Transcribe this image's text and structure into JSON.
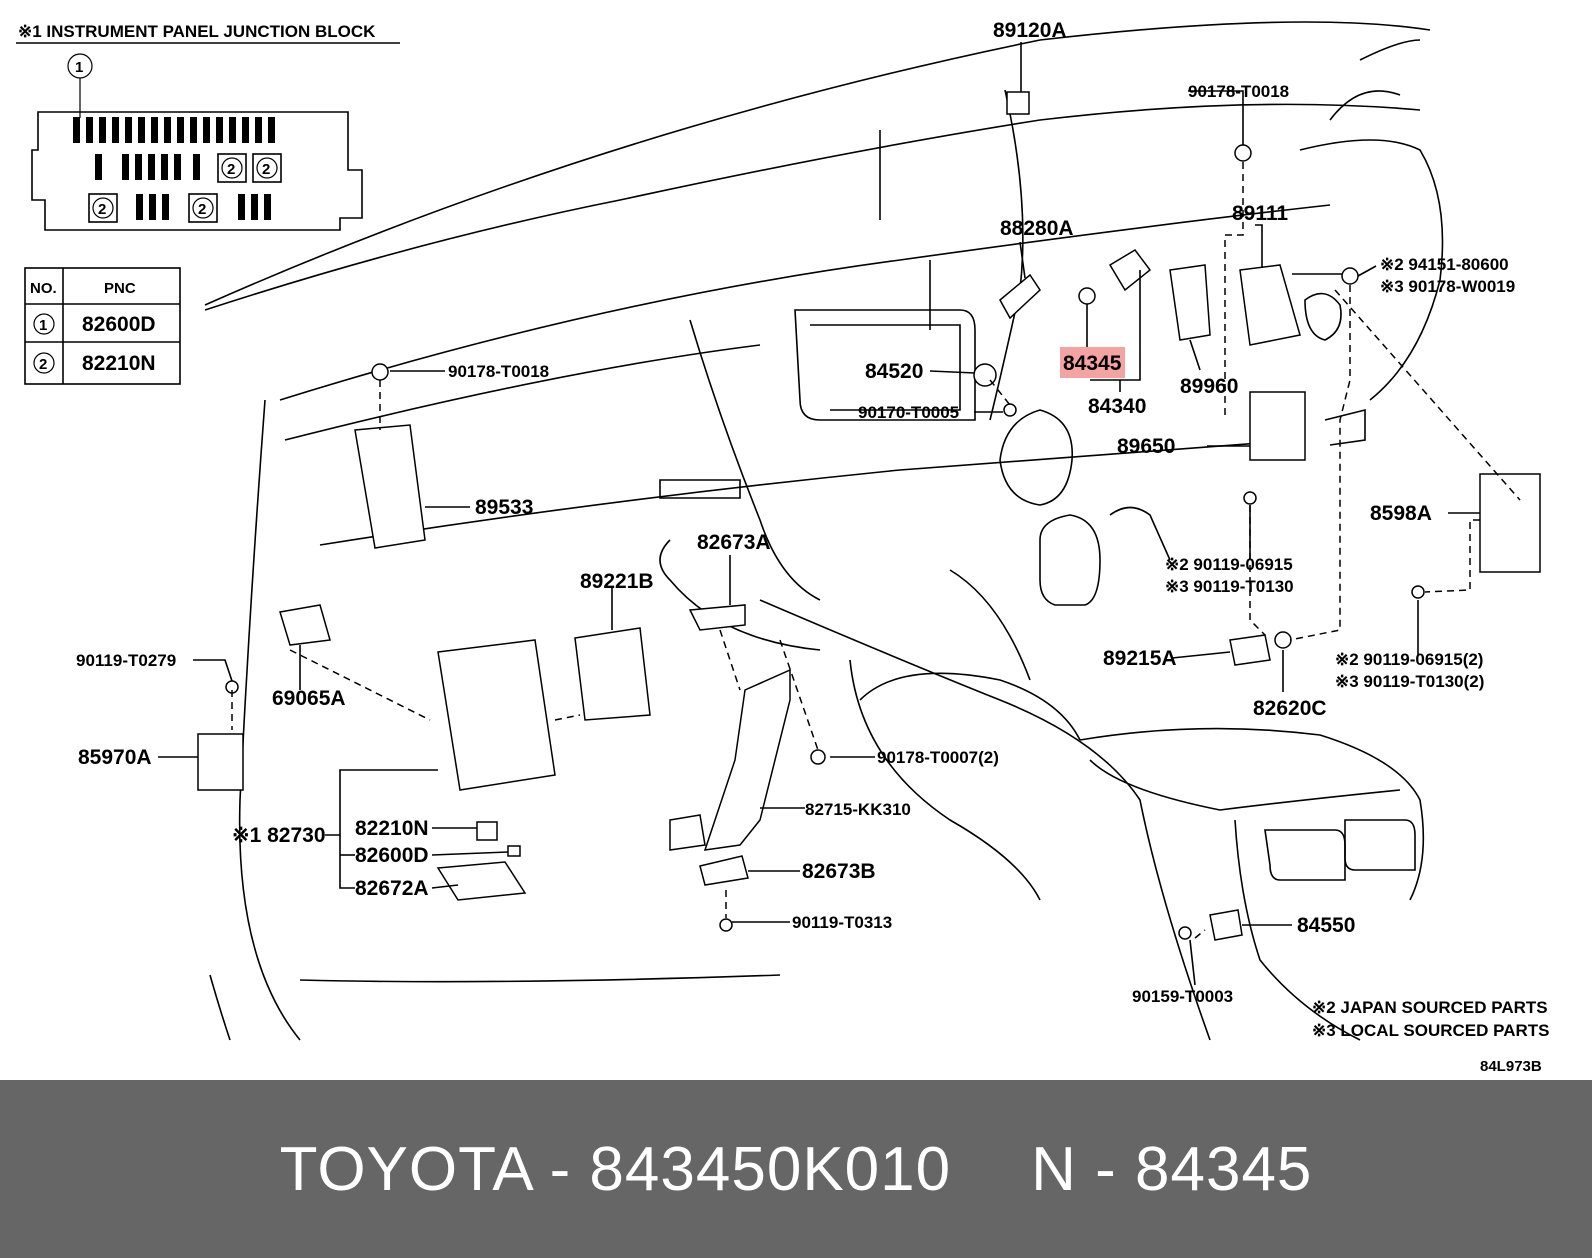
{
  "inset": {
    "title": "※1 INSTRUMENT PANEL JUNCTION BLOCK",
    "marker1": "1",
    "marker2": "2"
  },
  "pnc_table": {
    "header_no": "NO.",
    "header_pnc": "PNC",
    "rows": [
      {
        "no": "1",
        "pnc": "82600D"
      },
      {
        "no": "2",
        "pnc": "82210N"
      }
    ]
  },
  "labels": {
    "p89120A": "89120A",
    "p90178_T0018_top": "90178-T0018",
    "p89111": "89111",
    "p88280A": "88280A",
    "p94151_80600": "※2 94151-80600",
    "p90178_W0019": "※3 90178-W0019",
    "p84345": "84345",
    "p89960": "89960",
    "p84520": "84520",
    "p84340": "84340",
    "p90170_T0005": "90170-T0005",
    "p90178_T0018_left": "90178-T0018",
    "p89650": "89650",
    "p89533": "89533",
    "p8598A": "8598A",
    "p82673A": "82673A",
    "p89221B": "89221B",
    "p90119_06915": "※2 90119-06915",
    "p90119_T0130": "※3 90119-T0130",
    "p90119_T0279": "90119-T0279",
    "p69065A": "69065A",
    "p89215A": "89215A",
    "p90119_06915_2": "※2 90119-06915(2)",
    "p90119_T0130_2": "※3 90119-T0130(2)",
    "p82620C": "82620C",
    "p85970A": "85970A",
    "p90178_T0007": "90178-T0007(2)",
    "p82730": "※1 82730",
    "p82210N": "82210N",
    "p82715_KK310": "82715-KK310",
    "p82600D": "82600D",
    "p82673B": "82673B",
    "p82672A": "82672A",
    "p90119_T0313": "90119-T0313",
    "p84550": "84550",
    "p90159_T0003": "90159-T0003"
  },
  "notes": {
    "japan": "※2 JAPAN SOURCED PARTS",
    "local": "※3 LOCAL SOURCED PARTS",
    "diagram_id": "84L973B"
  },
  "highlight_color": "#f4a3a3",
  "footer": {
    "left": "TOYOTA - 843450K010",
    "right": "N - 84345"
  }
}
